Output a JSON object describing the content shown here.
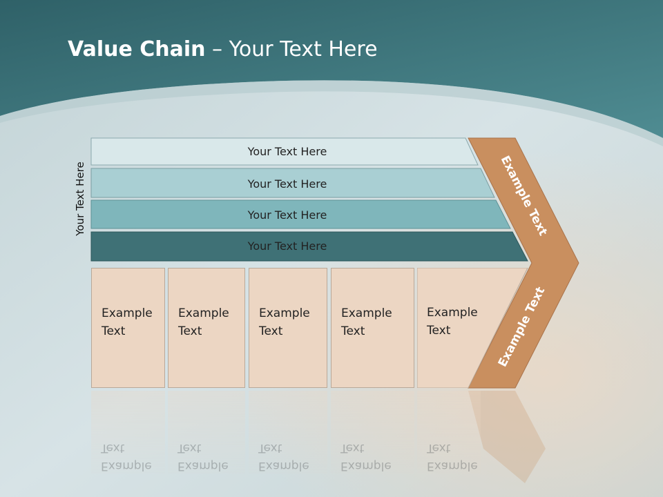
{
  "title": {
    "bold": "Value Chain",
    "rest": " – Your Text Here"
  },
  "side_label": "Your Text Here",
  "bars": [
    {
      "label": "Your Text Here",
      "color": "#d9e8ea"
    },
    {
      "label": "Your Text Here",
      "color": "#a9cfd3"
    },
    {
      "label": "Your Text Here",
      "color": "#7fb6bb"
    },
    {
      "label": "Your Text Here",
      "color": "#3f7176"
    }
  ],
  "boxes": [
    {
      "line1": "Example",
      "line2": "Text"
    },
    {
      "line1": "Example",
      "line2": "Text"
    },
    {
      "line1": "Example",
      "line2": "Text"
    },
    {
      "line1": "Example",
      "line2": "Text"
    },
    {
      "line1": "Example",
      "line2": "Text"
    }
  ],
  "chevron": {
    "top_text": "Example Text",
    "bottom_text": "Example Text",
    "color": "#c98f5f"
  },
  "colors": {
    "header": "#3f7a80",
    "box_fill": "#ecd6c3"
  }
}
